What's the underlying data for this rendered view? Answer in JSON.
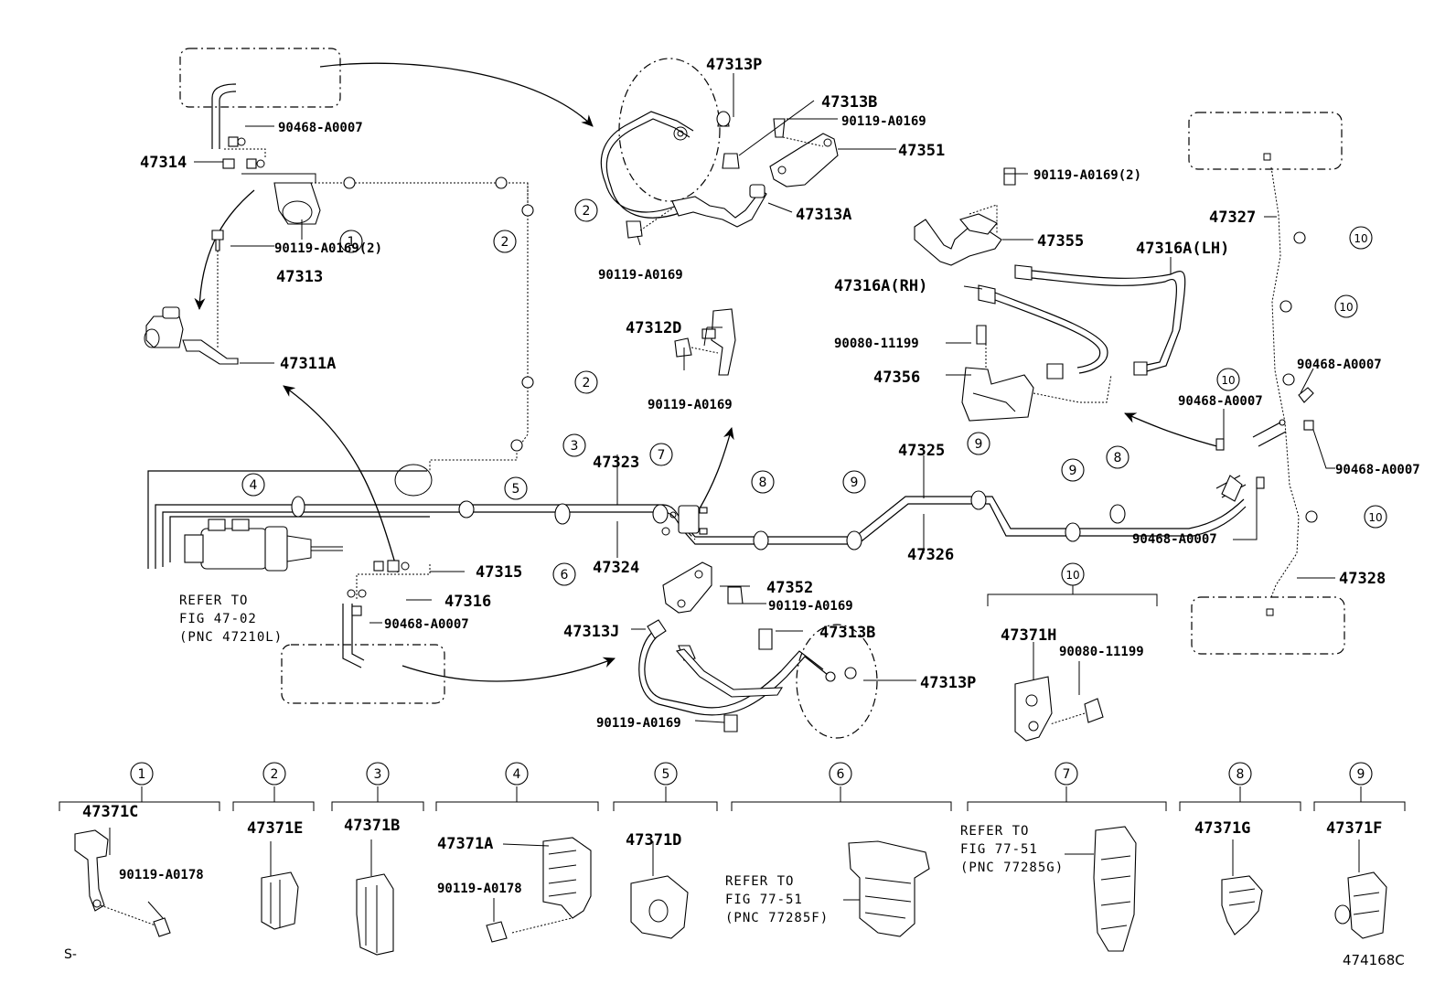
{
  "labels": {
    "p47313P_a": "47313P",
    "p47313B_a": "47313B",
    "p90119_a": "90119-A0169",
    "p47351": "47351",
    "p47313A": "47313A",
    "p90119_b": "90119-A0169",
    "p90468_a": "90468-A0007",
    "p47314": "47314",
    "p47313": "47313",
    "p90119_c": "90119-A0169(2)",
    "p47311A": "47311A",
    "p47312D": "47312D",
    "p90119_d": "90119-A0169",
    "p90119_e": "90119-A0169(2)",
    "p47355": "47355",
    "p47316ALH": "47316A(LH)",
    "p47316ARH": "47316A(RH)",
    "p90080_a": "90080-11199",
    "p47356": "47356",
    "p47327": "47327",
    "p90468_b": "90468-A0007",
    "p90468_c": "90468-A0007",
    "p90468_d": "90468-A0007",
    "p90468_e": "90468-A0007",
    "p47328": "47328",
    "p47323": "47323",
    "p47324": "47324",
    "p47325": "47325",
    "p47326": "47326",
    "p47315": "47315",
    "p47316": "47316",
    "p90468_f": "90468-A0007",
    "p47352": "47352",
    "p90119_f": "90119-A0169",
    "p47313J": "47313J",
    "p47313B_b": "47313B",
    "p47313P_b": "47313P",
    "p90119_g": "90119-A0169",
    "p47371H": "47371H",
    "p90080_b": "90080-11199",
    "p47371C": "47371C",
    "p90119_h": "90119-A0178",
    "p47371E": "47371E",
    "p47371B": "47371B",
    "p47371A": "47371A",
    "p90119_i": "90119-A0178",
    "p47371D": "47371D",
    "p47371G": "47371G",
    "p47371F": "47371F"
  },
  "references": {
    "left_1": "REFER TO",
    "left_2": "FIG 47-02",
    "left_3": "(PNC 47210L)",
    "b6_1": "REFER TO",
    "b6_2": "FIG 77-51",
    "b6_3": "(PNC 77285F)",
    "b7_1": "REFER TO",
    "b7_2": "FIG 77-51",
    "b7_3": "(PNC 77285G)"
  },
  "callouts": {
    "c1": "1",
    "c2": "2",
    "c3": "3",
    "c4": "4",
    "c5": "5",
    "c6": "6",
    "c7": "7",
    "c8": "8",
    "c9": "9",
    "c10": "10"
  },
  "footer": {
    "left_mark": "S-",
    "diagram_code": "474168C"
  }
}
